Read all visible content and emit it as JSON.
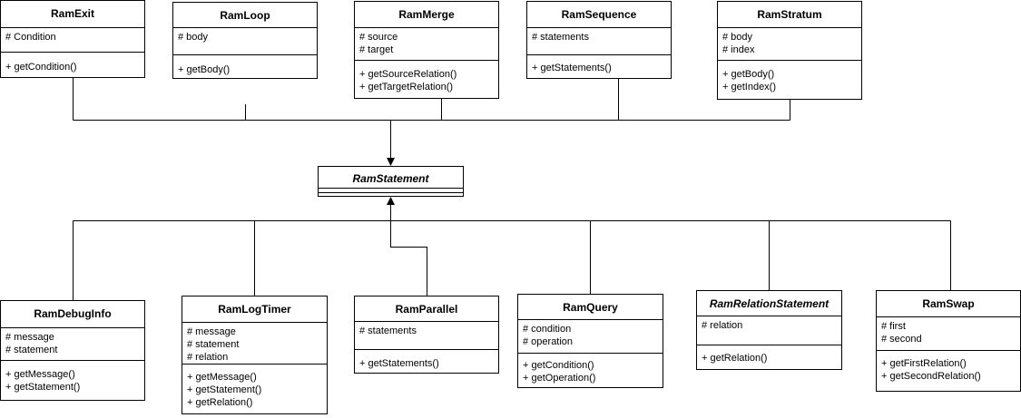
{
  "classes": {
    "ram_exit": {
      "name": "RamExit",
      "attributes": [
        "# Condition"
      ],
      "methods": [
        "+ getCondition()"
      ]
    },
    "ram_loop": {
      "name": "RamLoop",
      "attributes": [
        "# body"
      ],
      "methods": [
        "+ getBody()"
      ]
    },
    "ram_merge": {
      "name": "RamMerge",
      "attributes": [
        "# source",
        "# target"
      ],
      "methods": [
        "+ getSourceRelation()",
        "+ getTargetRelation()"
      ]
    },
    "ram_sequence": {
      "name": "RamSequence",
      "attributes": [
        "# statements"
      ],
      "methods": [
        "+ getStatements()"
      ]
    },
    "ram_stratum": {
      "name": "RamStratum",
      "attributes": [
        "# body",
        "# index"
      ],
      "methods": [
        "+ getBody()",
        "+ getIndex()"
      ]
    },
    "ram_statement": {
      "name": "RamStatement",
      "abstract": true
    },
    "ram_debug_info": {
      "name": "RamDebugInfo",
      "attributes": [
        "# message",
        "# statement"
      ],
      "methods": [
        "+ getMessage()",
        "+ getStatement()"
      ]
    },
    "ram_log_timer": {
      "name": "RamLogTimer",
      "attributes": [
        "# message",
        "# statement",
        "# relation"
      ],
      "methods": [
        "+ getMessage()",
        "+ getStatement()",
        "+ getRelation()"
      ]
    },
    "ram_parallel": {
      "name": "RamParallel",
      "attributes": [
        "# statements"
      ],
      "methods": [
        "+ getStatements()"
      ]
    },
    "ram_query": {
      "name": "RamQuery",
      "attributes": [
        "# condition",
        "# operation"
      ],
      "methods": [
        "+ getCondition()",
        "+ getOperation()"
      ]
    },
    "ram_relation_statement": {
      "name": "RamRelationStatement",
      "abstract": true,
      "attributes": [
        "# relation"
      ],
      "methods": [
        "+ getRelation()"
      ]
    },
    "ram_swap": {
      "name": "RamSwap",
      "attributes": [
        "# first",
        "# second"
      ],
      "methods": [
        "+ getFirstRelation()",
        "+ getSecondRelation()"
      ]
    }
  },
  "relationships": [
    {
      "type": "inheritance",
      "from": "RamExit",
      "to": "RamStatement"
    },
    {
      "type": "inheritance",
      "from": "RamLoop",
      "to": "RamStatement"
    },
    {
      "type": "inheritance",
      "from": "RamMerge",
      "to": "RamStatement"
    },
    {
      "type": "inheritance",
      "from": "RamSequence",
      "to": "RamStatement"
    },
    {
      "type": "inheritance",
      "from": "RamStratum",
      "to": "RamStatement"
    },
    {
      "type": "inheritance",
      "from": "RamDebugInfo",
      "to": "RamStatement"
    },
    {
      "type": "inheritance",
      "from": "RamLogTimer",
      "to": "RamStatement"
    },
    {
      "type": "inheritance",
      "from": "RamParallel",
      "to": "RamStatement"
    },
    {
      "type": "inheritance",
      "from": "RamQuery",
      "to": "RamStatement"
    },
    {
      "type": "inheritance",
      "from": "RamRelationStatement",
      "to": "RamStatement"
    },
    {
      "type": "inheritance",
      "from": "RamSwap",
      "to": "RamStatement"
    }
  ]
}
